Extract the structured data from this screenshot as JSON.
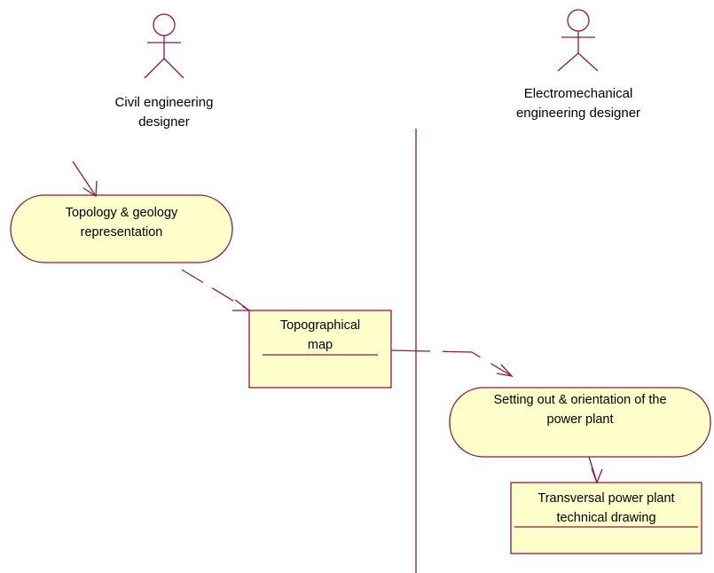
{
  "colors": {
    "stroke": "#8b1a3c",
    "fill": "#ffffcc",
    "text": "#000000"
  },
  "actors": [
    {
      "id": "civil",
      "name": "Civil engineering designer",
      "line1": "Civil engineering",
      "line2": "designer",
      "icon": "stick-figure-actor-icon"
    },
    {
      "id": "electro",
      "name": "Electromechanical engineering designer",
      "line1": "Electromechanical",
      "line2": "engineering designer",
      "icon": "stick-figure-actor-icon"
    }
  ],
  "activities": [
    {
      "id": "topology",
      "line1": "Topology & geology",
      "line2": "representation"
    },
    {
      "id": "setting-out",
      "line1": "Setting out & orientation of the",
      "line2": "power plant"
    }
  ],
  "objects": [
    {
      "id": "topo-map",
      "line1": "Topographical",
      "line2": "map"
    },
    {
      "id": "transversal",
      "line1": "Transversal power plant",
      "line2": "technical drawing"
    }
  ],
  "flows": [
    {
      "from": "start",
      "to": "topology",
      "style": "solid"
    },
    {
      "from": "topology",
      "to": "topo-map",
      "style": "dashed"
    },
    {
      "from": "topo-map",
      "to": "setting-out",
      "style": "dashed"
    },
    {
      "from": "setting-out",
      "to": "transversal",
      "style": "dashed"
    }
  ]
}
